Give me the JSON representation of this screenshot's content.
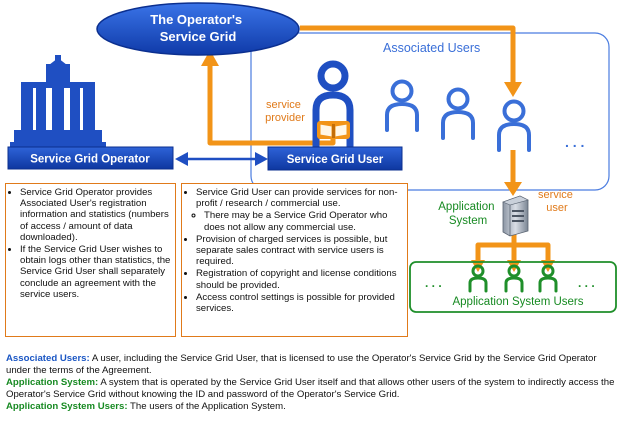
{
  "diagram": {
    "operator_grid_title": "The Operator's Service Grid",
    "associated_users_label": "Associated Users",
    "service_grid_operator_label": "Service Grid Operator",
    "service_grid_user_label": "Service Grid User",
    "service_provider_label": "service provider",
    "service_user_label": "service user",
    "application_system_label": "Application System",
    "application_system_users_label": "Application System Users",
    "ellipsis": ". . .",
    "colors": {
      "blue": "#1f4fc2",
      "dark_blue": "#173f9e",
      "orange": "#f29418",
      "green": "#1f8f2a",
      "assoc_border": "#4a7ce0",
      "note_border": "#e07a1a"
    }
  },
  "operator_notes": [
    "Service Grid Operator provides Associated User's registration information and statistics (numbers of access / amount of data downloaded).",
    "If the Service Grid User wishes to obtain logs other than statistics, the Service Grid User shall separately conclude an agreement with the service users."
  ],
  "user_notes": {
    "item1": "Service Grid User can provide services for non-profit / research / commercial use.",
    "item1_sub": "There may be a Service Grid Operator who does not allow any commercial use.",
    "item2": "Provision of charged services is possible, but separate sales contract with service users is required.",
    "item3": "Registration of copyright and license conditions should be provided.",
    "item4": "Access control settings is possible for provided services."
  },
  "definitions": [
    {
      "term": "Associated Users:",
      "text": " A user, including the Service Grid User, that is licensed to use the Operator's Service Grid by the Service Grid Operator under the terms of the Agreement."
    },
    {
      "term": "Application System:",
      "text": " A system that is operated by the Service Grid User itself and that allows other users of the system to indirectly access the Operator's Service Grid without knowing the ID and password of the Operator's Service Grid."
    },
    {
      "term": "Application System Users:",
      "text": " The users of the Application System."
    }
  ]
}
